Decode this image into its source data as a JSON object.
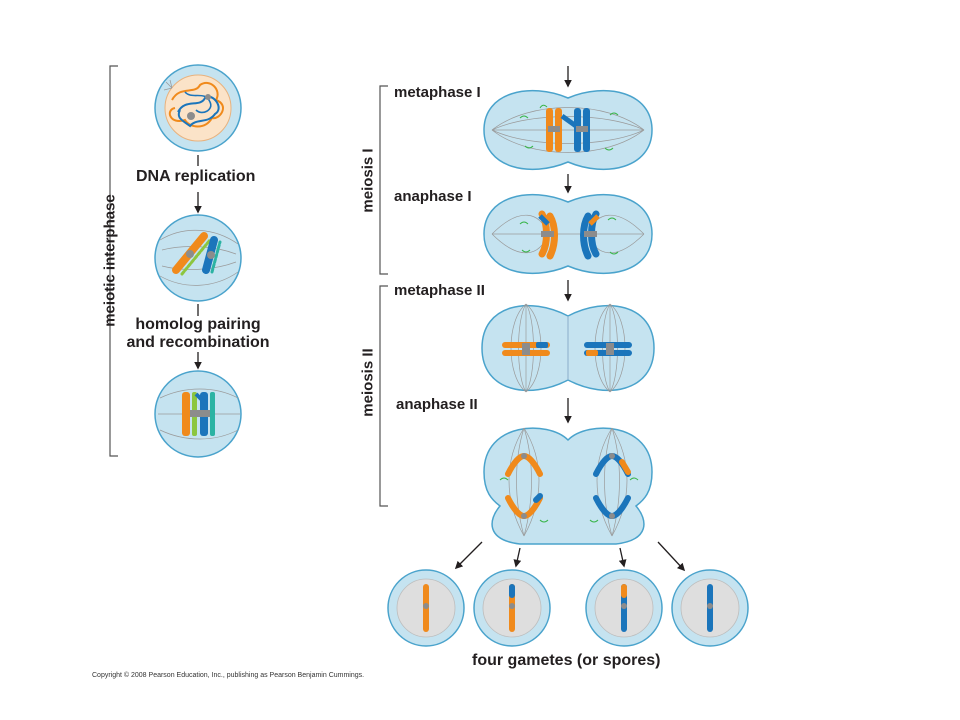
{
  "labels": {
    "meiotic_interphase": "meiotic interphase",
    "dna_replication": "DNA replication",
    "homolog_pairing_line1": "homolog pairing",
    "homolog_pairing_line2": "and recombination",
    "meiosis_1": "meiosis I",
    "meiosis_2": "meiosis II",
    "metaphase_1": "metaphase I",
    "anaphase_1": "anaphase I",
    "metaphase_2": "metaphase II",
    "anaphase_2": "anaphase II",
    "gametes": "four gametes (or spores)"
  },
  "copyright": "Copyright © 2008 Pearson Education, Inc., publishing as Pearson Benjamin Cummings.",
  "colors": {
    "cell_fill": "#c5e3f0",
    "cell_stroke": "#4aa3cc",
    "maternal": "#f08a1c",
    "paternal": "#1b75bb",
    "centromere": "#8c8c8c",
    "spindle": "#9a9a9a",
    "microtubule_green": "#39b54a",
    "bracket": "#555555",
    "arrow": "#231f20"
  }
}
